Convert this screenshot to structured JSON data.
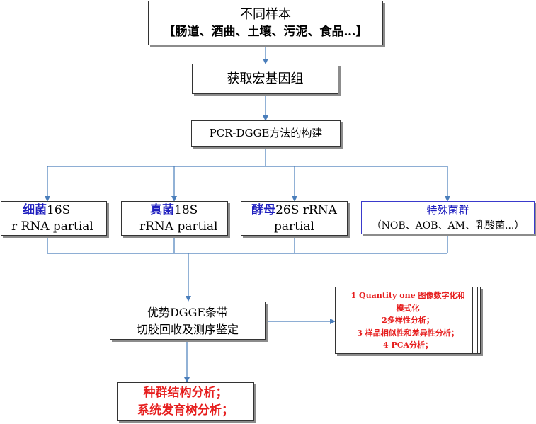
{
  "samples": {
    "title": "不同样本",
    "subtitle": "【肠道、酒曲、土壤、污泥、食品…】"
  },
  "metagenome": "获取宏基因组",
  "method": "PCR-DGGE方法的构建",
  "bacteria": {
    "name": "细菌",
    "line1_rest": "16S",
    "line2": "r RNA partial"
  },
  "fungi": {
    "name": "真菌",
    "line1_rest": "18S",
    "line2": "rRNA partial"
  },
  "yeast": {
    "name": "酵母",
    "line1_rest": "26S rRNA",
    "line2": "partial"
  },
  "special": {
    "name": "特殊菌群",
    "line2": "（NOB、AOB、AM、乳酸菌...）"
  },
  "dgge": {
    "line1": "优势DGGE条带",
    "line2": "切胶回收及测序鉴定"
  },
  "analysis": [
    "1  Quantity one 图像数字化和",
    "模式化",
    "2多样性分析；",
    "3 样品相似性和差异性分析；",
    "4 PCA分析；"
  ],
  "result": {
    "line1": "种群结构分析；",
    "line2": "系统发育树分析；"
  },
  "colors": {
    "line": "#4a7ebb",
    "blue_text": "#1f1fbf",
    "red_text": "#e61e1e",
    "special_border": "#3a3acc"
  }
}
